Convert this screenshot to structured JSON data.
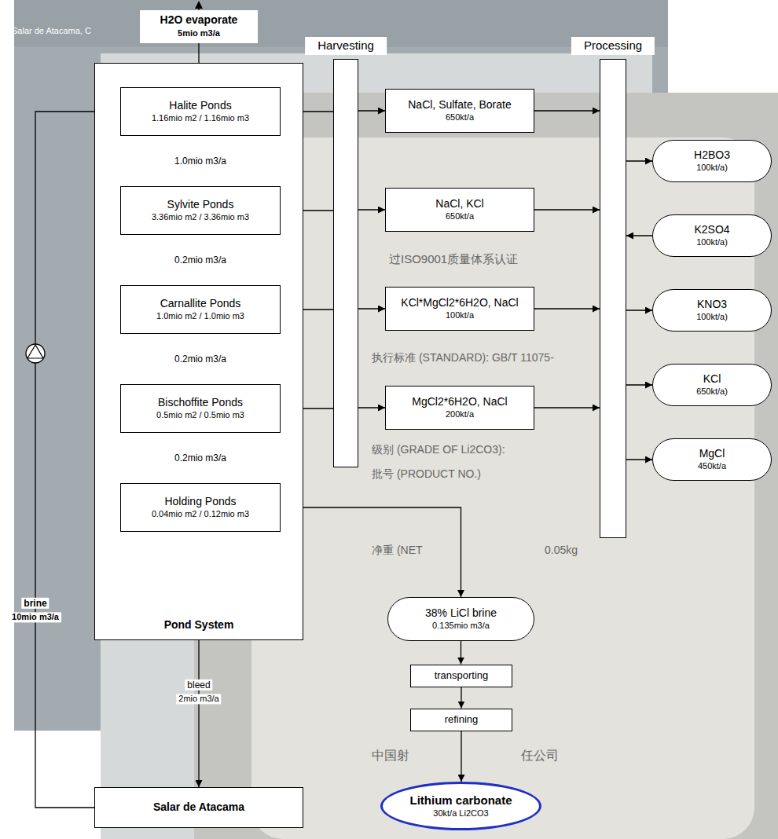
{
  "diagram": {
    "nodes": [
      {
        "text": [
          "Pond System"
        ]
      },
      {
        "text": [
          "Halite Ponds",
          "1.16mio m2 / 1.16mio m3"
        ],
        "in": 0
      },
      {
        "text": [
          "Sylvite Ponds",
          "3.36mio m2 / 3.36mio m3"
        ],
        "in": 0
      },
      {
        "text": [
          "Carnallite Ponds",
          "1.0mio m2 / 1.0mio m3"
        ],
        "in": 0
      },
      {
        "text": [
          "Bischoffite Ponds",
          "0.5mio m2 / 0.5mio m3"
        ],
        "in": 0
      },
      {
        "text": [
          "Holding Ponds",
          "0.04mio m2 / 0.12mio m3"
        ],
        "in": 0
      },
      {
        "text": [
          "Harvesting"
        ]
      },
      {
        "text": [
          "NaCl, Sulfate, Borate",
          "650kt/a"
        ]
      },
      {
        "text": [
          "NaCl, KCl",
          "650kt/a"
        ]
      },
      {
        "text": [
          "KCl*MgCl2*6H2O, NaCl",
          "100kt/a"
        ]
      },
      {
        "text": [
          "MgCl2*6H2O, NaCl",
          "200kt/a"
        ]
      },
      {
        "text": [
          "Processing"
        ]
      },
      {
        "text": [
          "H2BO3",
          "100kt/a)"
        ]
      },
      {
        "text": [
          "K2SO4",
          "100kt/a)"
        ]
      },
      {
        "text": [
          "KNO3",
          "100kt/a)"
        ]
      },
      {
        "text": [
          "KCl",
          "650kt/a)"
        ]
      },
      {
        "text": [
          "MgCl",
          "450kt/a"
        ]
      },
      {
        "text": [
          "38% LiCl brine",
          "0.135mio m3/a"
        ]
      },
      {
        "text": [
          "transporting"
        ]
      },
      {
        "text": [
          "refining"
        ]
      },
      {
        "text": [
          "Lithium carbonate",
          "30kt/a Li2CO3"
        ]
      },
      {
        "text": [
          "Salar de Atacama"
        ]
      }
    ],
    "edges": [
      {
        "from": 1,
        "to": 2,
        "arrow": "to",
        "label": "1.0mio m3/a"
      },
      {
        "from": 2,
        "to": 3,
        "arrow": "to",
        "label": "0.2mio m3/a"
      },
      {
        "from": 3,
        "to": 4,
        "arrow": "to",
        "label": "0.2mio m3/a"
      },
      {
        "from": 4,
        "to": 5,
        "arrow": "to",
        "label": "0.2mio m3/a"
      },
      {
        "from": 1,
        "to": 6,
        "arrow": "none"
      },
      {
        "from": 2,
        "to": 6,
        "arrow": "none"
      },
      {
        "from": 3,
        "to": 6,
        "arrow": "none"
      },
      {
        "from": 4,
        "to": 6,
        "arrow": "none"
      },
      {
        "from": 6,
        "to": 7,
        "arrow": "to"
      },
      {
        "from": 6,
        "to": 8,
        "arrow": "to"
      },
      {
        "from": 6,
        "to": 9,
        "arrow": "to"
      },
      {
        "from": 6,
        "to": 10,
        "arrow": "to"
      },
      {
        "from": 7,
        "to": 11,
        "arrow": "to"
      },
      {
        "from": 8,
        "to": 11,
        "arrow": "to"
      },
      {
        "from": 9,
        "to": 11,
        "arrow": "to"
      },
      {
        "from": 10,
        "to": 11,
        "arrow": "to"
      },
      {
        "from": 11,
        "to": 12,
        "arrow": "to"
      },
      {
        "from": 13,
        "to": 11,
        "arrow": "to"
      },
      {
        "from": 11,
        "to": 14,
        "arrow": "to"
      },
      {
        "from": 11,
        "to": 15,
        "arrow": "to"
      },
      {
        "from": 11,
        "to": 16,
        "arrow": "to"
      },
      {
        "from": 5,
        "to": 17,
        "arrow": "to"
      },
      {
        "from": 17,
        "to": 18,
        "arrow": "to"
      },
      {
        "from": 18,
        "to": 19,
        "arrow": "to"
      },
      {
        "from": 19,
        "to": 20,
        "arrow": "to"
      },
      {
        "from": 0,
        "to": 21,
        "arrow": "to",
        "label": "bleed"
      },
      {
        "from": 21,
        "to": 1,
        "arrow": "to",
        "label": "brine"
      }
    ],
    "labels": [
      "H2O evaporate",
      "5mio m3/a",
      "10mio m3/a",
      "2mio m3/a",
      "Salar de Atacama, C",
      "过ISO9001质量体系认证",
      "执行标准 (STANDARD): GB/T 11075-",
      "级别 (GRADE OF Li2CO3):",
      "批号 (PRODUCT NO.)",
      "净重 (NET",
      "0.05kg",
      "中国射",
      "任公司"
    ]
  }
}
